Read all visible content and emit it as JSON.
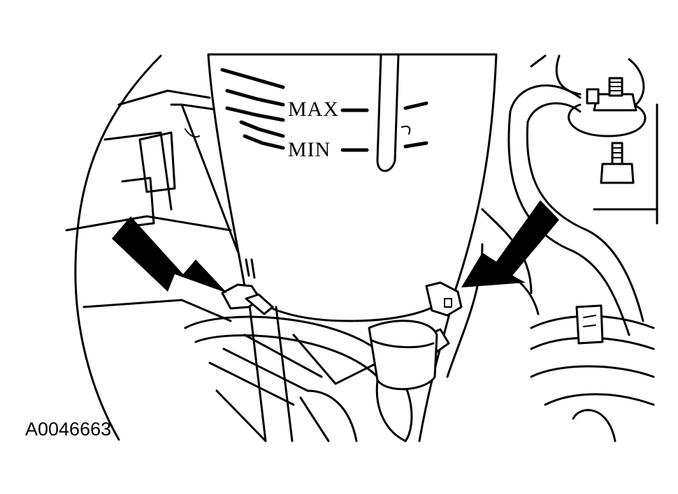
{
  "figure": {
    "id_label": "A0046663"
  },
  "reservoir": {
    "max_label": "MAX",
    "min_label": "MIN"
  },
  "callouts": {
    "count": 2,
    "arrow_color": "#000000"
  },
  "colors": {
    "line": "#000000",
    "background": "#ffffff"
  }
}
